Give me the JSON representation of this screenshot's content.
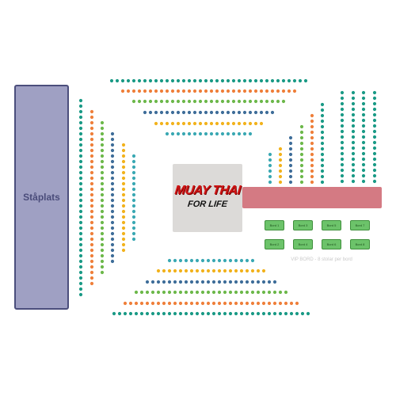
{
  "standing_label": "Ståplats",
  "logo": {
    "line1": "MUAY THAI",
    "line2": "FOR LIFE"
  },
  "vip": {
    "caption": "VIP BORD - 8 stolar per bord"
  },
  "tables": [
    "Bord 1",
    "Bord 3",
    "Bord 5",
    "Bord 7",
    "Bord 2",
    "Bord 4",
    "Bord 6",
    "Bord 8"
  ],
  "colors": {
    "teal": "#1a9a86",
    "orange": "#ef7f3a",
    "green": "#6cb84a",
    "blue": "#3e6d99",
    "yellow": "#f2b21c",
    "cyan": "#3aa8b3",
    "vip_bar": "#d47a83",
    "table": "#6cc36a",
    "standing": "#9fa0c3"
  }
}
